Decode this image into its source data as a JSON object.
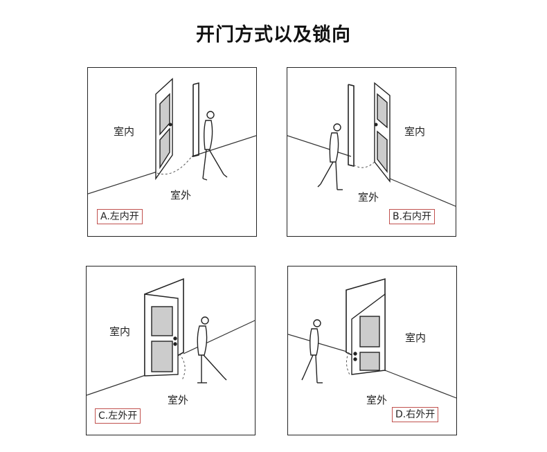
{
  "title": "开门方式以及锁向",
  "panels": [
    {
      "id": "A",
      "inner": "室内",
      "outer": "室外",
      "caption": "A.左内开"
    },
    {
      "id": "B",
      "inner": "室内",
      "outer": "室外",
      "caption": "B.右内开"
    },
    {
      "id": "C",
      "inner": "室内",
      "outer": "室外",
      "caption": "C.左外开"
    },
    {
      "id": "D",
      "inner": "室内",
      "outer": "室外",
      "caption": "D.右外开"
    }
  ]
}
